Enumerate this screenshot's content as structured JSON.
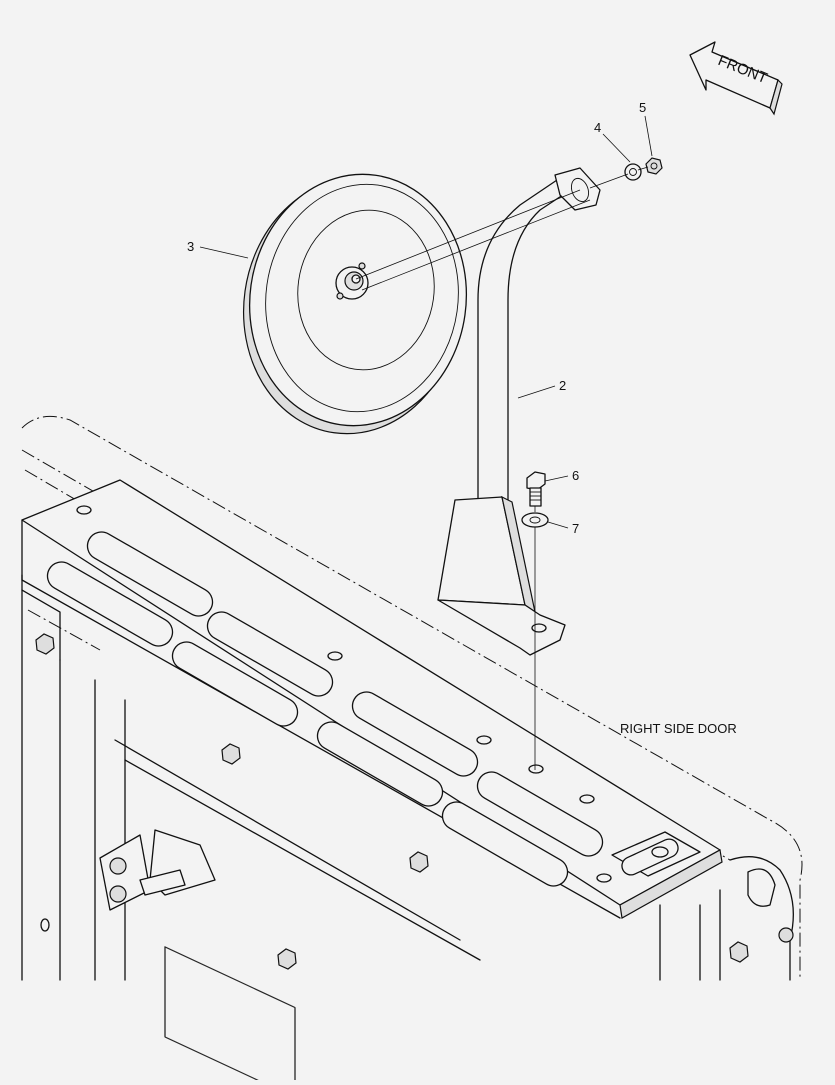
{
  "diagram": {
    "direction_label": "FRONT",
    "location_label": "RIGHT SIDE DOOR",
    "callouts": [
      {
        "id": "callout-2",
        "label": "2"
      },
      {
        "id": "callout-3",
        "label": "3"
      },
      {
        "id": "callout-4",
        "label": "4"
      },
      {
        "id": "callout-5",
        "label": "5"
      },
      {
        "id": "callout-6",
        "label": "6"
      },
      {
        "id": "callout-7",
        "label": "7"
      }
    ],
    "colors": {
      "background": "#f3f3f3",
      "line": "#111111"
    }
  }
}
